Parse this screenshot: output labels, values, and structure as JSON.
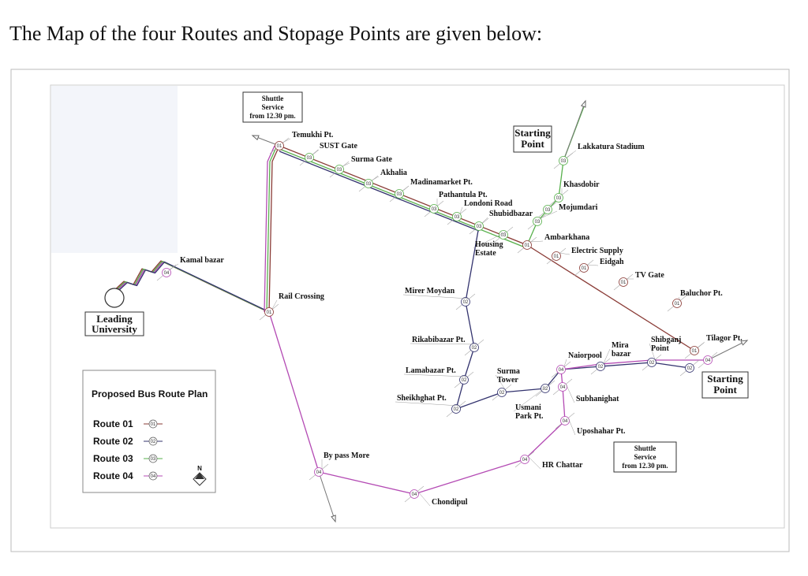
{
  "title": "The Map of the four Routes and Stopage Points are given below:",
  "colors": {
    "route01": "#8a3b36",
    "route02": "#33336e",
    "route03": "#58b04c",
    "route04": "#b44bb4"
  },
  "legend": {
    "title": "Proposed Bus Route Plan",
    "routes": [
      {
        "label": "Route 01",
        "code": "01"
      },
      {
        "label": "Route 02",
        "code": "02"
      },
      {
        "label": "Route 03",
        "code": "03"
      },
      {
        "label": "Route 04",
        "code": "04"
      }
    ],
    "north": "N"
  },
  "origin": {
    "label": "Leading\nUniversity"
  },
  "starting_points": [
    "Starting\nPoint",
    "Starting\nPoint"
  ],
  "shuttle_notes": [
    "Shuttle\nService\nfrom 12.30 pm.",
    "Shuttle\nService\nfrom 12.30 pm."
  ],
  "stops": [
    {
      "name": "Temukhi Pt.",
      "code": "01"
    },
    {
      "name": "SUST Gate",
      "code": "03"
    },
    {
      "name": "Surma Gate",
      "code": "03"
    },
    {
      "name": "Akhalia",
      "code": "03"
    },
    {
      "name": "Madinamarket Pt.",
      "code": "03"
    },
    {
      "name": "Pathantula Pt.",
      "code": "03"
    },
    {
      "name": "Londoni Road",
      "code": "03"
    },
    {
      "name": "Shubidbazar",
      "code": "03"
    },
    {
      "name": "Housing\nEstate",
      "code": "03"
    },
    {
      "name": "Ambarkhana",
      "code": "01"
    },
    {
      "name": "Electric Supply",
      "code": "01"
    },
    {
      "name": "Eidgah",
      "code": "01"
    },
    {
      "name": "TV Gate",
      "code": "01"
    },
    {
      "name": "Baluchor Pt.",
      "code": "01"
    },
    {
      "name": "Tilagor Pt.",
      "code": "01"
    },
    {
      "name": "Lakkatura Stadium",
      "code": "03"
    },
    {
      "name": "Khasdobir",
      "code": "03"
    },
    {
      "name": "Mojumdari",
      "code": "03"
    },
    {
      "name": "Kamal bazar",
      "code": "04"
    },
    {
      "name": "Rail Crossing",
      "code": "01"
    },
    {
      "name": "Mirer Moydan",
      "code": "02"
    },
    {
      "name": "Rikabibazar Pt.",
      "code": "02"
    },
    {
      "name": "Lamabazar Pt.",
      "code": "02"
    },
    {
      "name": "Sheikhghat Pt.",
      "code": "02"
    },
    {
      "name": "Surma\nTower",
      "code": "02"
    },
    {
      "name": "Usmani\nPark Pt.",
      "code": "02"
    },
    {
      "name": "Naiorpool",
      "code": "04"
    },
    {
      "name": "Subhanighat",
      "code": "04"
    },
    {
      "name": "Mira\nbazar",
      "code": "02"
    },
    {
      "name": "Shibganj\nPoint",
      "code": "02"
    },
    {
      "name": "Uposhahar Pt.",
      "code": "04"
    },
    {
      "name": "HR Chattar",
      "code": "04"
    },
    {
      "name": "Chondipul",
      "code": "04"
    },
    {
      "name": "By pass More",
      "code": "04"
    }
  ],
  "extra_markers": [
    {
      "code": "03"
    },
    {
      "code": "02"
    },
    {
      "code": "04"
    }
  ]
}
